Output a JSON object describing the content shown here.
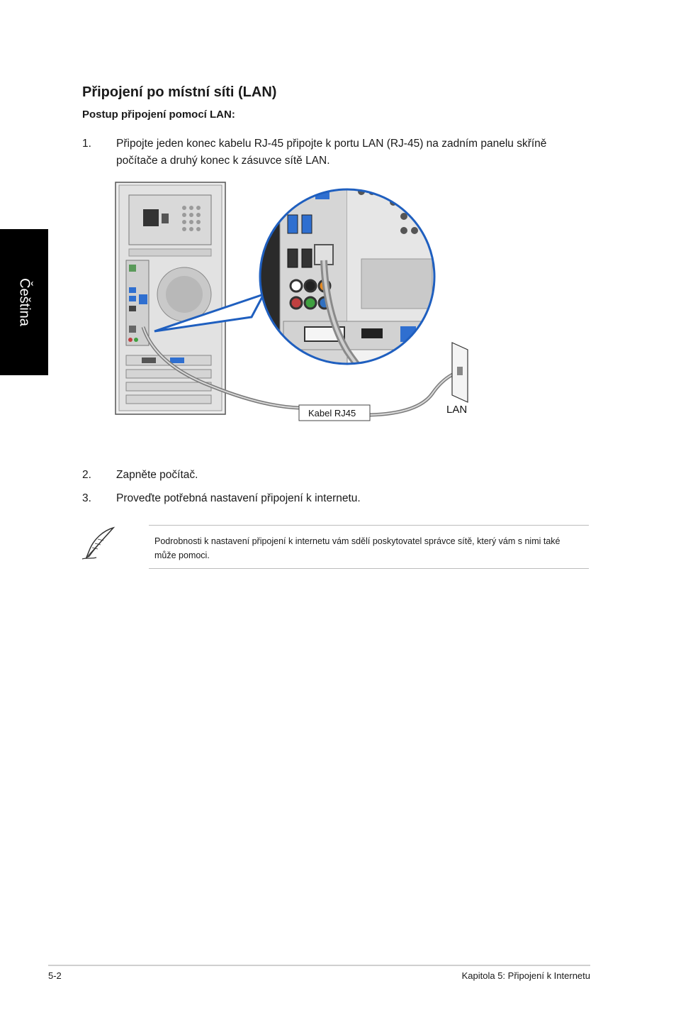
{
  "side_tab": {
    "label": "Čeština"
  },
  "section": {
    "title": "Připojení po místní síti (LAN)",
    "subtitle": "Postup připojení pomocí LAN:"
  },
  "steps": [
    {
      "number": "1.",
      "text": "Připojte jeden konec kabelu RJ-45 připojte k portu LAN (RJ-45) na zadním panelu skříně počítače a druhý konec k zásuvce sítě LAN."
    },
    {
      "number": "2.",
      "text": "Zapněte počítač."
    },
    {
      "number": "3.",
      "text": "Proveďte potřebná nastavení připojení k internetu."
    }
  ],
  "figure": {
    "cable_label": "Kabel RJ45",
    "wall_label": "LAN",
    "colors": {
      "callout": "#1f5fbf",
      "cable": "#8a8a8a",
      "panel": "#d4d4d4",
      "blue_port": "#2f6fd0"
    }
  },
  "note": {
    "icon": "feather-pen-icon",
    "text": "Podrobnosti k nastavení připojení k internetu vám sdělí poskytovatel správce sítě, který vám s nimi také může pomoci."
  },
  "footer": {
    "page_number": "5-2",
    "chapter": "Kapitola 5: Připojení k Internetu"
  }
}
